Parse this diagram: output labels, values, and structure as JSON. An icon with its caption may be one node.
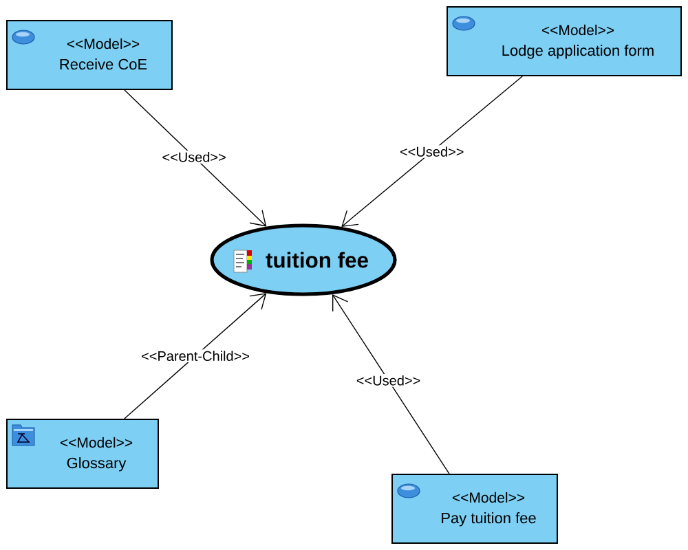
{
  "diagram": {
    "nodes": [
      {
        "text": [
          "<<Model>>",
          "Receive CoE"
        ]
      },
      {
        "text": [
          "<<Model>>",
          "Lodge application form"
        ]
      },
      {
        "text": [
          "tuition fee"
        ]
      },
      {
        "text": [
          "<<Model>>",
          "Glossary"
        ]
      },
      {
        "text": [
          "<<Model>>",
          "Pay tuition fee"
        ]
      }
    ],
    "edges": [
      {
        "from": 0,
        "to": 2,
        "arrow": "to",
        "label": "<<Used>>"
      },
      {
        "from": 1,
        "to": 2,
        "arrow": "to",
        "label": "<<Used>>"
      },
      {
        "from": 3,
        "to": 2,
        "arrow": "to",
        "label": "<<Parent-Child>>"
      },
      {
        "from": 4,
        "to": 2,
        "arrow": "to",
        "label": "<<Used>>"
      }
    ]
  }
}
